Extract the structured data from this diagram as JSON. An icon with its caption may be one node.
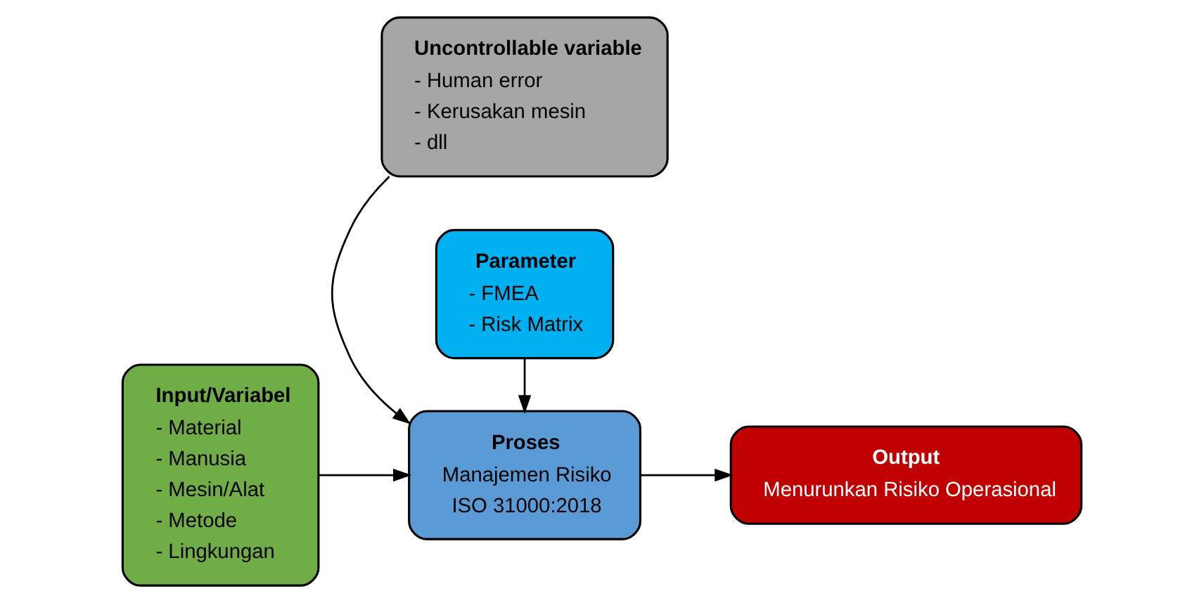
{
  "diagram": {
    "nodes": [
      {
        "text": [
          "Uncontrollable variable",
          "- Human error",
          "- Kerusakan mesin",
          "- dll"
        ]
      },
      {
        "text": [
          "Input/Variabel",
          "- Material",
          "- Manusia",
          "- Mesin/Alat",
          "- Metode",
          "- Lingkungan"
        ]
      },
      {
        "text": [
          "Proses",
          "Manajemen Risiko",
          "ISO 31000:2018"
        ]
      },
      {
        "text": [
          "Output",
          "Menurunkan Risiko Operasional"
        ]
      },
      {
        "text": [
          "Parameter",
          "- FMEA",
          "- Risk Matrix"
        ]
      }
    ],
    "edges": [
      {
        "from": 0,
        "to": 2,
        "arrow": "to"
      },
      {
        "from": 1,
        "to": 2,
        "arrow": "to"
      },
      {
        "from": 2,
        "to": 3,
        "arrow": "to"
      },
      {
        "from": 4,
        "to": 2,
        "arrow": "to"
      }
    ]
  }
}
